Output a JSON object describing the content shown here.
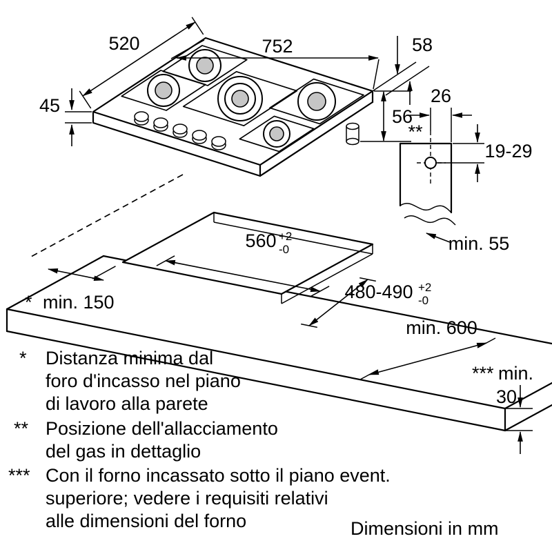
{
  "hob": {
    "width": "752",
    "depth": "520",
    "front_height": "45",
    "right_offset": "58",
    "right_height": "56"
  },
  "gas_detail": {
    "marker": "**",
    "width": "26",
    "depth_range": "19-29",
    "min_clearance": "min. 55"
  },
  "cutout": {
    "width": "560",
    "width_tol_upper": "+2",
    "width_tol_lower": "-0",
    "depth": "480-490",
    "depth_tol_upper": "+2",
    "depth_tol_lower": "-0"
  },
  "clearances": {
    "wall_marker": "*",
    "wall": "min. 150",
    "side": "min. 600",
    "thickness_marker": "***",
    "thickness_word": "min.",
    "thickness_value": "30"
  },
  "footnotes": [
    {
      "marker": "*",
      "lines": [
        "Distanza minima dal",
        "foro d'incasso nel piano",
        "di lavoro alla parete"
      ]
    },
    {
      "marker": "**",
      "lines": [
        "Posizione dell'allacciamento",
        "del gas in dettaglio"
      ]
    },
    {
      "marker": "***",
      "lines": [
        "Con il forno incassato sotto il piano event.",
        "superiore; vedere i requisiti relativi",
        "alle dimensioni del forno"
      ]
    }
  ],
  "units_note": "Dimensioni in mm"
}
